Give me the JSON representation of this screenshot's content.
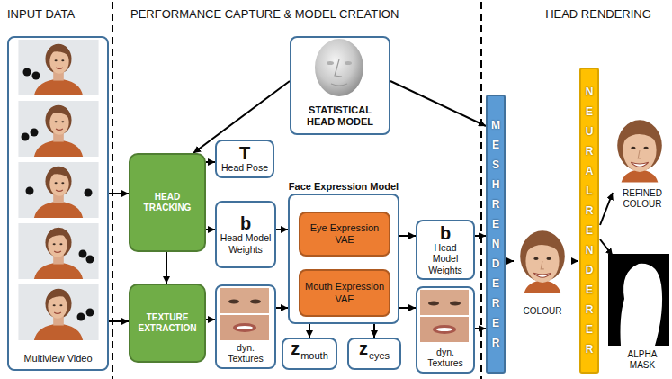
{
  "diagram": {
    "nodes": [
      {
        "text": [
          "Multiview Video"
        ]
      },
      {
        "text": [
          "STATISTICAL HEAD MODEL"
        ]
      },
      {
        "text": [
          "HEAD TRACKING"
        ]
      },
      {
        "text": [
          "T",
          "Head Pose"
        ]
      },
      {
        "text": [
          "b",
          "Head Model Weights"
        ]
      },
      {
        "text": [
          "Face Expression Model"
        ]
      },
      {
        "text": [
          "Eye Expression VAE"
        ],
        "in": 5
      },
      {
        "text": [
          "Mouth Expression VAE"
        ],
        "in": 5
      },
      {
        "text": [
          "b",
          "Head Model Weights"
        ]
      },
      {
        "text": [
          "TEXTURE EXTRACTION"
        ]
      },
      {
        "text": [
          "dyn. Textures"
        ]
      },
      {
        "text": [
          "z",
          "mouth"
        ]
      },
      {
        "text": [
          "z",
          "eyes"
        ]
      },
      {
        "text": [
          "dyn. Textures"
        ]
      },
      {
        "text": [
          "MESH RENDERER"
        ]
      },
      {
        "text": [
          "NEURAL RENDERER"
        ]
      }
    ],
    "edges": [
      {
        "from": 0,
        "to": 2,
        "arrow": "to"
      },
      {
        "from": 0,
        "to": 9,
        "arrow": "to"
      },
      {
        "from": 1,
        "to": 2,
        "arrow": "to"
      },
      {
        "from": 1,
        "to": 14,
        "arrow": "to"
      },
      {
        "from": 2,
        "to": 3,
        "arrow": "to"
      },
      {
        "from": 2,
        "to": 4,
        "arrow": "to"
      },
      {
        "from": 2,
        "to": 9,
        "arrow": "to"
      },
      {
        "from": 9,
        "to": 10,
        "arrow": "to"
      },
      {
        "from": 4,
        "to": 5,
        "arrow": "to"
      },
      {
        "from": 10,
        "to": 5,
        "arrow": "to"
      },
      {
        "from": 5,
        "to": 8,
        "arrow": "to"
      },
      {
        "from": 5,
        "to": 13,
        "arrow": "to"
      },
      {
        "from": 5,
        "to": 11,
        "arrow": "to"
      },
      {
        "from": 5,
        "to": 12,
        "arrow": "to"
      },
      {
        "from": 8,
        "to": 14,
        "arrow": "to"
      },
      {
        "from": 13,
        "to": 14,
        "arrow": "to"
      }
    ],
    "labels": [
      "INPUT DATA",
      "PERFORMANCE CAPTURE & MODEL CREATION",
      "HEAD RENDERING",
      "COLOUR",
      "REFINED COLOUR",
      "ALPHA MASK"
    ]
  }
}
